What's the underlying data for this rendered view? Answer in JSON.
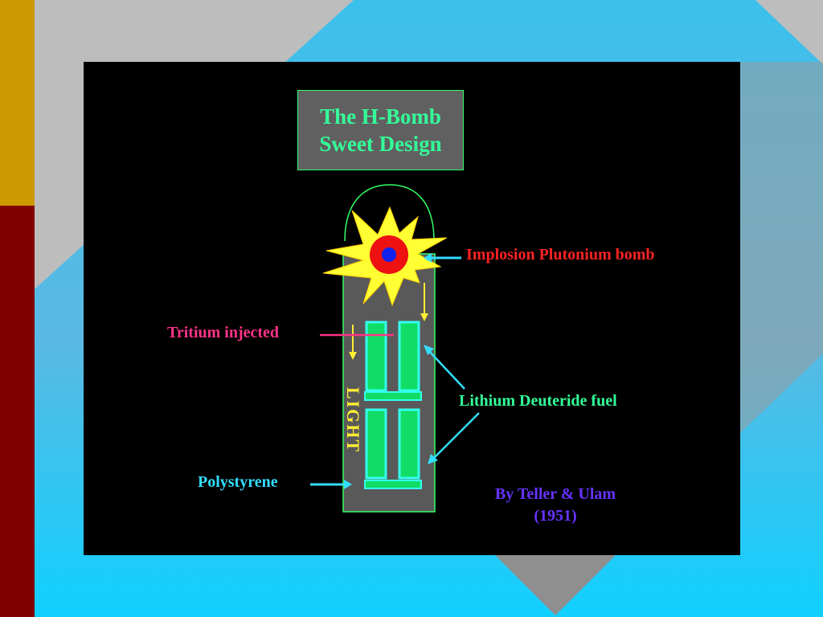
{
  "title": {
    "line1": "The H-Bomb",
    "line2": "Sweet Design"
  },
  "labels": {
    "implosion": "Implosion Plutonium bomb",
    "tritium": "Tritium injected",
    "lithium": "Lithium Deuteride fuel",
    "polystyrene": "Polystyrene",
    "light": "LIGHT"
  },
  "credit": {
    "line1": "By Teller & Ulam",
    "line2": "(1951)"
  },
  "colors": {
    "slide_background": "#000000",
    "casing": "#595959",
    "casing_outline": "#33ff66",
    "fuel_fill": "#11dd66",
    "fuel_outline": "#33ffee",
    "plutonium_outer": "#ee1111",
    "plutonium_core": "#1122ee",
    "explosion": "#ffff33",
    "title_text": "#33ff99",
    "implosion_label": "#ff2222",
    "tritium_label": "#ff3388",
    "lithium_label": "#33ff99",
    "polystyrene_label": "#33ddff",
    "light_label": "#ffee33",
    "credit_text": "#6633ff",
    "page_background_blue": "#33c4f0",
    "stripe_gold": "#cc9900",
    "stripe_maroon": "#800000"
  }
}
